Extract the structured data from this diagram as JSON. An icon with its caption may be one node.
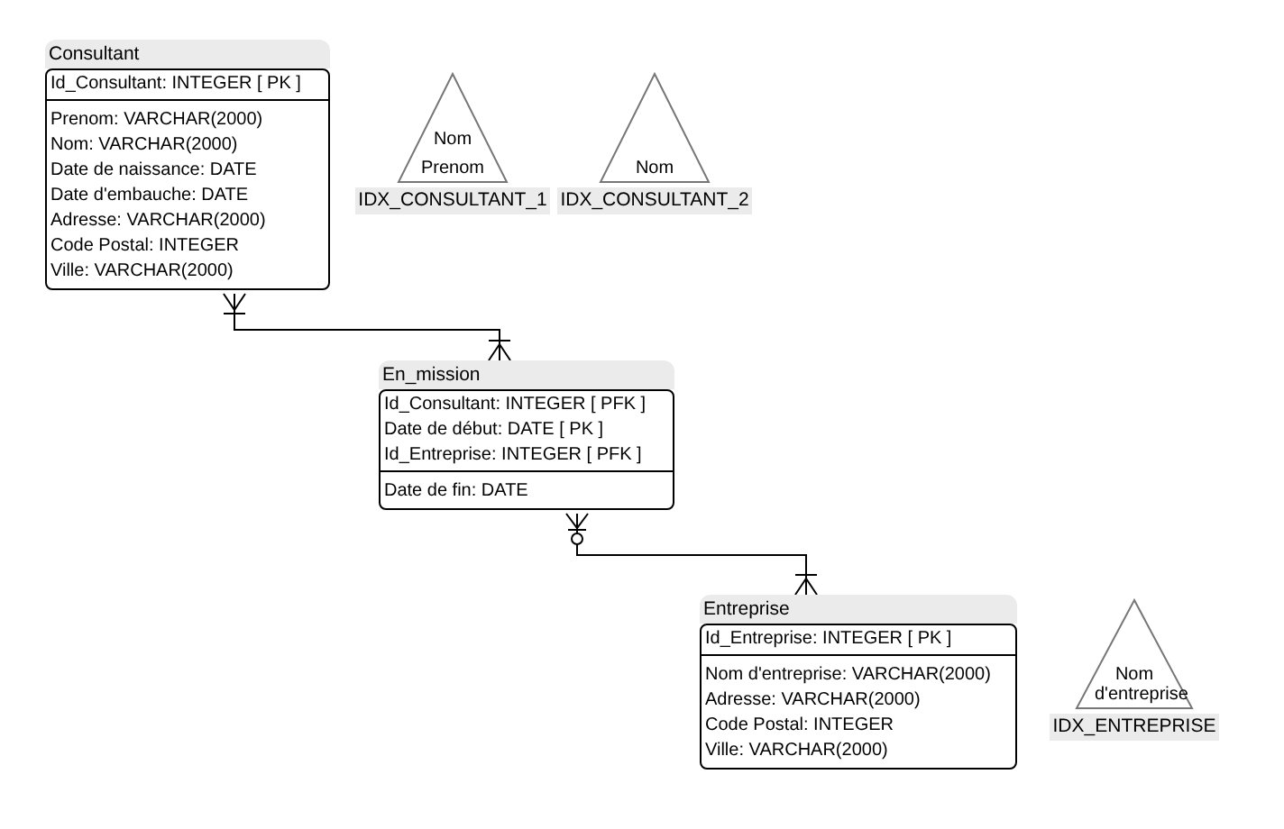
{
  "diagram": {
    "nodes": [
      {
        "text": [
          "Consultant",
          "Id_Consultant: INTEGER  [ PK ]",
          "Prenom: VARCHAR(2000)",
          "Nom: VARCHAR(2000)",
          "Date de naissance: DATE",
          "Date d'embauche: DATE",
          "Adresse: VARCHAR(2000)",
          "Code Postal: INTEGER",
          "Ville: VARCHAR(2000)"
        ]
      },
      {
        "text": [
          "Nom",
          "Prenom"
        ],
        "beside": [
          "IDX_CONSULTANT_1"
        ]
      },
      {
        "text": [
          "Nom"
        ],
        "beside": [
          "IDX_CONSULTANT_2"
        ]
      },
      {
        "text": [
          "En_mission",
          "Id_Consultant: INTEGER  [ PFK ]",
          "Date de début: DATE  [ PK ]",
          "Id_Entreprise: INTEGER  [ PFK ]",
          "Date de fin: DATE"
        ]
      },
      {
        "text": [
          "Entreprise",
          "Id_Entreprise: INTEGER  [ PK ]",
          "Nom d'entreprise: VARCHAR(2000)",
          "Adresse: VARCHAR(2000)",
          "Code Postal: INTEGER",
          "Ville: VARCHAR(2000)"
        ]
      },
      {
        "text": [
          "Nom d'entreprise"
        ],
        "beside": [
          "IDX_ENTREPRISE"
        ]
      }
    ],
    "edges": [
      {
        "from": 0,
        "to": 3,
        "arrow": "other"
      },
      {
        "from": 3,
        "to": 4,
        "arrow": "other"
      }
    ]
  }
}
